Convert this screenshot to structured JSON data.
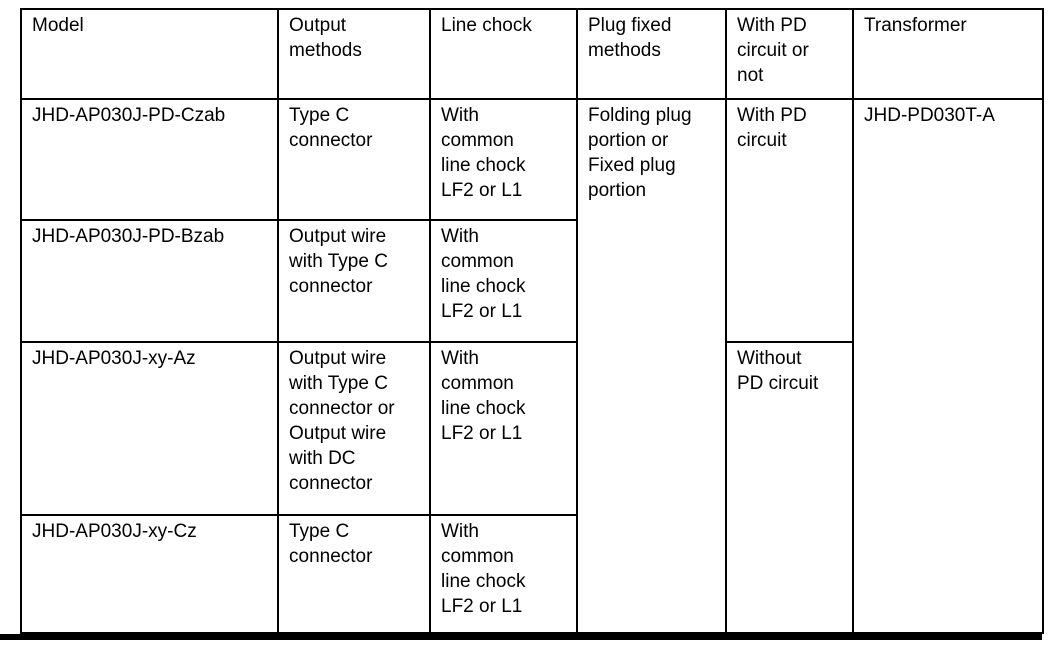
{
  "table": {
    "headers": [
      "Model",
      "Output\nmethods",
      "Line chock",
      "Plug fixed\nmethods",
      "With PD\ncircuit or\nnot",
      "Transformer"
    ],
    "rows": [
      {
        "model": "JHD-AP030J-PD-Czab",
        "output_method": "Type C\nconnector",
        "line_chock": "With\ncommon\nline chock\nLF2 or L1"
      },
      {
        "model": "JHD-AP030J-PD-Bzab",
        "output_method": "Output wire\nwith Type C\nconnector",
        "line_chock": "With\ncommon\nline chock\nLF2 or L1"
      },
      {
        "model": "JHD-AP030J-xy-Az",
        "output_method": "Output wire\nwith Type C\nconnector or\nOutput wire\nwith DC\nconnector",
        "line_chock": "With\ncommon\nline chock\nLF2 or L1"
      },
      {
        "model": "JHD-AP030J-xy-Cz",
        "output_method": "Type C\nconnector",
        "line_chock": "With\ncommon\nline chock\nLF2 or L1"
      }
    ],
    "plug_fixed_methods": "Folding plug\nportion or\nFixed plug\nportion",
    "with_pd_circuit": "With PD\ncircuit",
    "without_pd_circuit": "Without\nPD circuit",
    "transformer": "JHD-PD030T-A"
  }
}
